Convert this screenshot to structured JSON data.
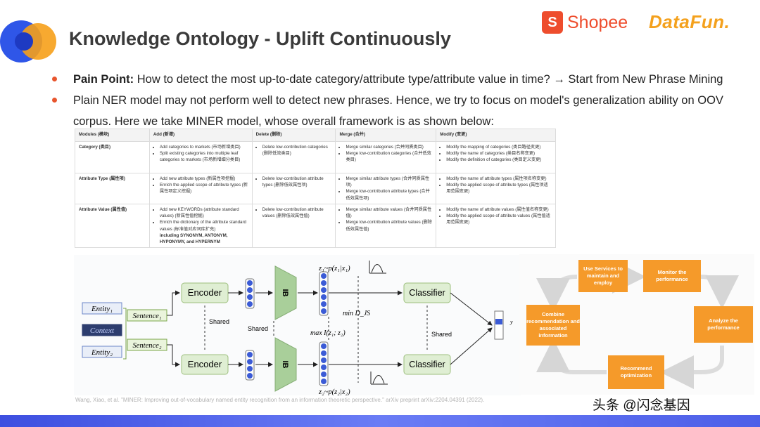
{
  "header": {
    "title": "Knowledge Ontology - Uplift Continuously",
    "brand_shopee": "Shopee",
    "brand_shopee_glyph": "S",
    "brand_datafun": "DataFun."
  },
  "bullets": [
    {
      "bold": "Pain Point:",
      "text": " How to detect the most up-to-date category/attribute type/attribute value in time? → Start from New Phrase Mining"
    },
    {
      "bold": "",
      "text": "Plain NER model may not perform well to detect new phrases. Hence, we try to focus on model's generalization ability on OOV corpus. Here we take MINER model, whose overall framework is as shown below:"
    }
  ],
  "table": {
    "headers": [
      "Modules (模块)",
      "Add (新增)",
      "Delete (删除)",
      "Merge (合并)",
      "Modify (变更)"
    ],
    "rows": [
      {
        "module": "Category (类目)",
        "add": [
          "Add categories to markets (市场新增类目)",
          "Split existing categories into multiple leaf categories to markets (市场新增细分类目)"
        ],
        "delete": [
          "Delete low-contribution categories (删除低效类目)"
        ],
        "merge": [
          "Merge similar categories (合并同质类目)",
          "Merge low-contribution categories (合并低效类目)"
        ],
        "modify": [
          "Modify the mapping of categories (类目路径变更)",
          "Modify the name of categories (类目名称变更)",
          "Modify the definition of categories (类目定义变更)"
        ]
      },
      {
        "module": "Attribute Type (属性项)",
        "add": [
          "Add new attribute types (新属性项挖掘)",
          "Enrich the applied scope of attribute types (新属性项定义挖掘)"
        ],
        "delete": [
          "Delete low-contribution attribute types (删除低效属性项)"
        ],
        "merge": [
          "Merge similar attribute types (合并同质属性项)",
          "Merge low-contribution attribute types (合并低效属性项)"
        ],
        "modify": [
          "Modify the name of attribute types (属性项名称变更)",
          "Modify the applied scope of attribute types (属性项适用范围变更)"
        ]
      },
      {
        "module": "Attribute Value (属性值)",
        "add": [
          "Add new KEYWORDs (attribute standard values) (新属性值挖掘)",
          "Enrich the dictionary of the attribute standard values (标准值对应词库扩充)",
          "including SYNONYM, ANTONYM, HYPONYMY, and HYPERNYM"
        ],
        "delete": [
          "Delete low-contribution attribute values (删除低效属性值)"
        ],
        "merge": [
          "Merge similar attribute values (合并同质属性值)",
          "Merge low-contribution attribute values (删除低效属性值)"
        ],
        "modify": [
          "Modify the name of attribute values (属性值名称变更)",
          "Modify the applied scope of attribute values (属性值适用范围变更)"
        ]
      }
    ]
  },
  "miner": {
    "entity1": "Entity₁",
    "context": "Context",
    "entity2": "Entity₂",
    "sentence1": "Sentence₁",
    "sentence2": "Sentence₂",
    "encoder": "Encoder",
    "ib": "IB",
    "classifier": "Classifier",
    "shared": "Shared",
    "z1": "z₁~p(z₁|x₁)",
    "z2": "z₂~p(z₂|x₂)",
    "min_djs": "min D_JS",
    "max_mi": "max I(z₁; z₂)",
    "y": "y"
  },
  "flow": {
    "use_services": "Use Services to maintain and employ",
    "monitor": "Monitor the performance",
    "analyze": "Analyze the performance",
    "recommend": "Recommend optimization",
    "combine": "Combine recommendation and associated information"
  },
  "footer": {
    "citation": "Wang, Xiao, et al. \"MINER: Improving out-of-vocabulary named entity recognition from an information theoretic perspective.\" arXiv preprint arXiv:2204.04391 (2022).",
    "watermark": "头条 @闪念基因"
  },
  "colors": {
    "accent_orange": "#e8552d",
    "shopee": "#ee4d2d",
    "datafun": "#f4a11d",
    "flow_box": "#f59a2a",
    "bottom_bar": "#4d5fe8"
  }
}
